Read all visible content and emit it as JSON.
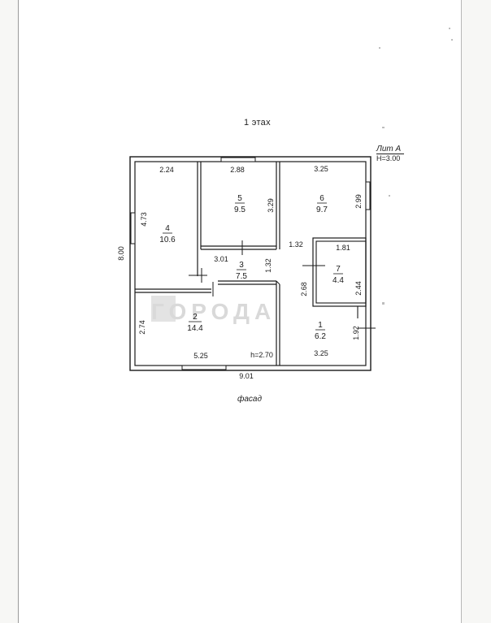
{
  "header": {
    "floor_title": "1 этах"
  },
  "lit": {
    "name": "Лит А",
    "height": "H=3.00"
  },
  "facade_label": "фасад",
  "watermark": "ГОРОДА",
  "rooms": [
    {
      "id": "4",
      "number": "4",
      "area": "10.6"
    },
    {
      "id": "5",
      "number": "5",
      "area": "9.5"
    },
    {
      "id": "6",
      "number": "6",
      "area": "9.7"
    },
    {
      "id": "3",
      "number": "3",
      "area": "7.5"
    },
    {
      "id": "7",
      "number": "7",
      "area": "4.4"
    },
    {
      "id": "2",
      "number": "2",
      "area": "14.4"
    },
    {
      "id": "1",
      "number": "1",
      "area": "6.2"
    }
  ],
  "dimensions": {
    "d_2_24": "2.24",
    "d_2_88": "2.88",
    "d_3_25_top": "3.25",
    "d_4_73": "4.73",
    "d_3_29": "3.29",
    "d_2_99": "2.99",
    "d_8_00": "8.00",
    "d_1_32_h": "1.32",
    "d_1_81": "1.81",
    "d_3_01": "3.01",
    "d_1_32_v": "1.32",
    "d_2_68": "2.68",
    "d_2_44": "2.44",
    "d_2_74": "2.74",
    "d_1_92": "1.92",
    "d_5_25": "5.25",
    "d_h_2_70": "h=2.70",
    "d_3_25_bottom": "3.25",
    "d_9_01": "9.01"
  }
}
